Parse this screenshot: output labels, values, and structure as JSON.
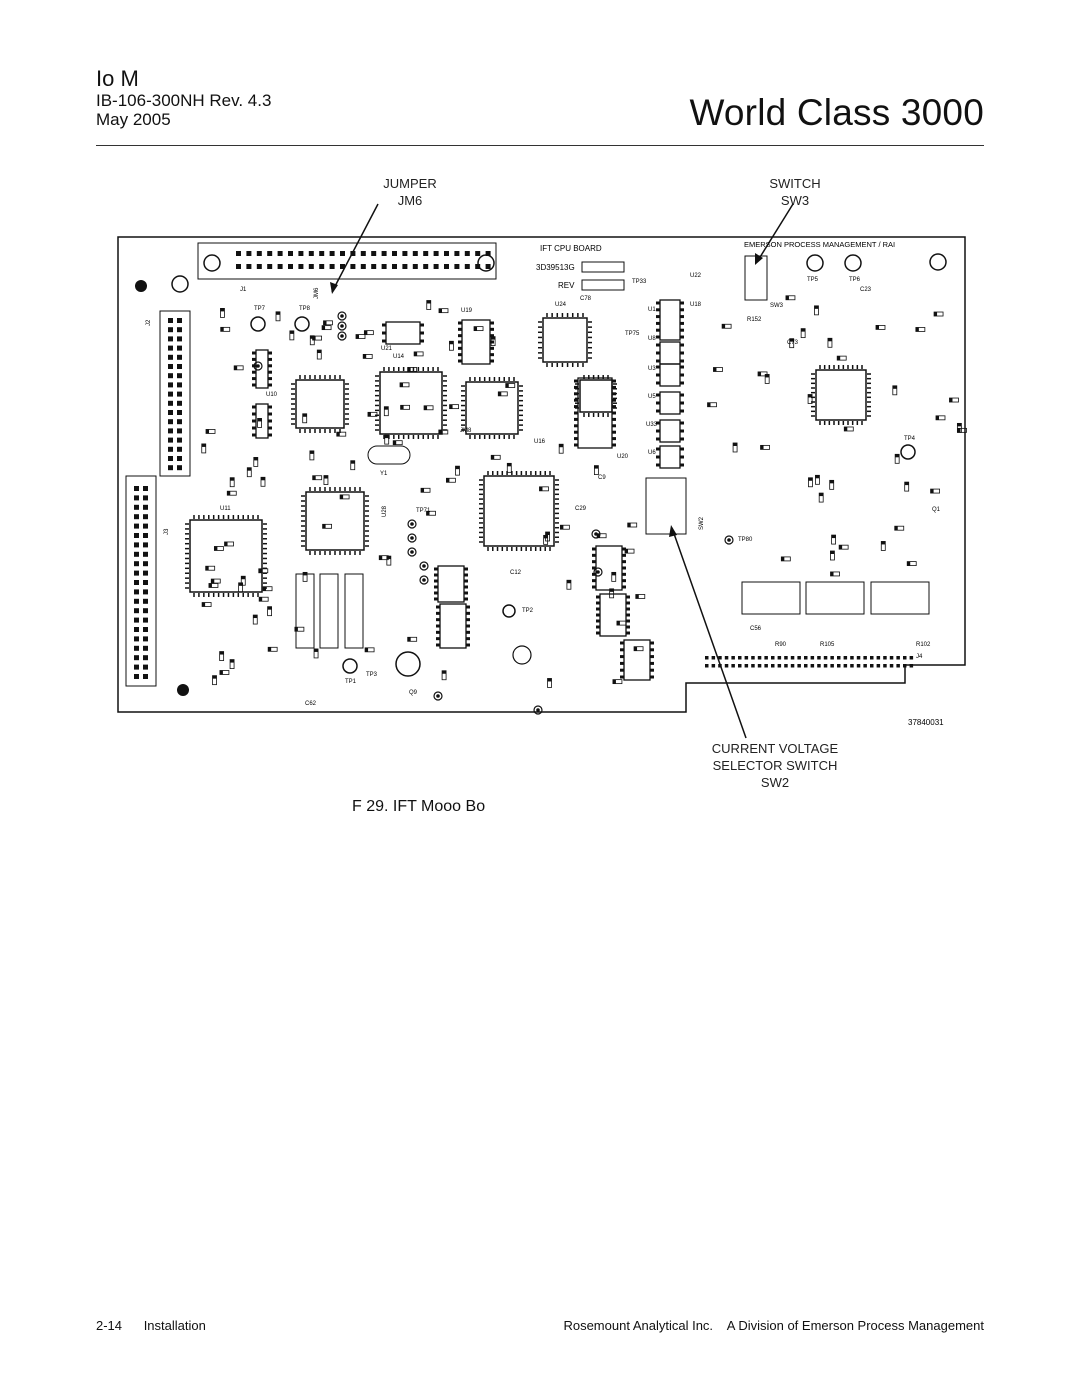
{
  "header": {
    "section": "Io M",
    "doc_number": "IB-106-300NH Rev. 4.3",
    "date": "May 2005",
    "title": "World Class 3000"
  },
  "figure": {
    "callouts": {
      "jumper_line1": "JUMPER",
      "jumper_line2": "JM6",
      "switch_line1": "SWITCH",
      "switch_line2": "SW3",
      "cv_line1": "CURRENT VOLTAGE",
      "cv_line2": "SELECTOR SWITCH",
      "cv_line3": "SW2"
    },
    "board": {
      "cpu_label": "IFT CPU BOARD",
      "part_number": "3D39513G",
      "rev_label": "REV",
      "mfr_label": "EMERSON PROCESS MANAGEMENT  /  RAI",
      "drawing_number": "37840031",
      "labels": {
        "j1": "J1",
        "j2": "J2",
        "j3": "J3",
        "j4": "J4",
        "jm6": "JM6",
        "jm8": "JM8",
        "sw3": "SW3",
        "sw2": "SW2",
        "tp5": "TP5",
        "tp6": "TP6",
        "tp7": "TP7",
        "tp8": "TP8",
        "tp4": "TP4",
        "tp1": "TP1",
        "tp3": "TP3",
        "tp2": "TP2",
        "u1": "U1",
        "u3": "U3",
        "u5": "U5",
        "u6": "U6",
        "u8": "U8",
        "u10": "U10",
        "u11": "U11",
        "u14": "U14",
        "u16": "U16",
        "u18": "U18",
        "u19": "U19",
        "u20": "U20",
        "u21": "U21",
        "u22": "U22",
        "u24": "U24",
        "u28": "U28",
        "u33": "U33",
        "y1": "Y1",
        "q1": "Q1",
        "q9": "Q9",
        "c23": "C23",
        "c62": "C62",
        "c56": "C56",
        "c12": "C12",
        "c9": "C9",
        "c29": "C29",
        "c78": "C78",
        "c73": "C73",
        "r90": "R90",
        "r105": "R105",
        "r102": "R102",
        "r152": "R152",
        "tp71": "TP71",
        "tp33": "TP33",
        "tp75": "TP75",
        "tp80": "TP80"
      }
    },
    "caption": "F 29.  IFT Mooo Bo"
  },
  "footer": {
    "left": "2-14      Installation",
    "right": "Rosemount Analytical Inc.    A Division of Emerson Process Management"
  }
}
